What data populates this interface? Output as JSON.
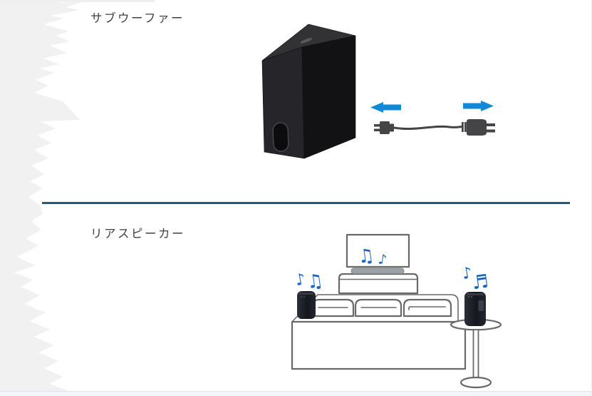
{
  "page": {
    "background": "#ffffff",
    "colors": {
      "accent_arrow_blue": "#1289d8",
      "music_note_blue": "#1566c0",
      "divider_blue": "#1e5b86",
      "outline_gray": "#68696b",
      "torn_edge_gray": "#f1f1f2",
      "label_text": "#3f3f3f"
    }
  },
  "sections": {
    "subwoofer": {
      "label": "サブウーファー",
      "illustration": {
        "icons": [
          "subwoofer-3d",
          "arrow-left",
          "arrow-right",
          "power-cord-plug"
        ]
      }
    },
    "rear_speaker": {
      "label": "リアスピーカー",
      "illustration": {
        "icons": [
          "tv",
          "tv-stand",
          "sofa",
          "side-table",
          "rear-speaker-left",
          "rear-speaker-right"
        ],
        "tv_notes": [
          "♫",
          "♪"
        ],
        "left_speaker_notes": [
          "♪",
          "♫"
        ],
        "right_speaker_notes": [
          "♪",
          "♬"
        ]
      }
    }
  }
}
